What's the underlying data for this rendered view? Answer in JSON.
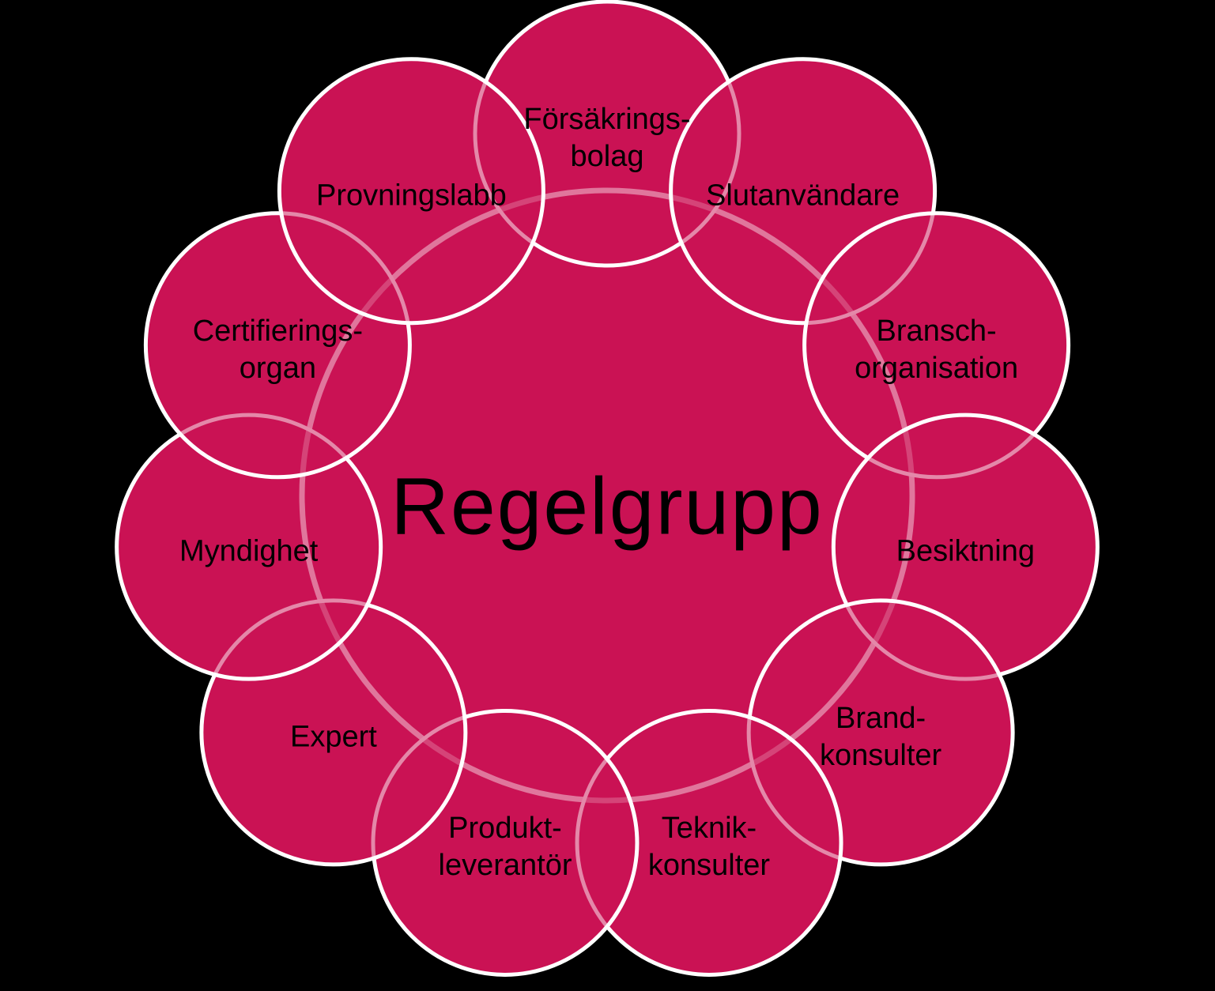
{
  "diagram": {
    "title": "Regelgrupp",
    "background_color": "#000000",
    "node_fill_color": "#CA1254",
    "node_border_color": "#FFFFFF",
    "tinted_border_color_over_fill": "#E58CAC",
    "text_color": "#000000"
  },
  "nodes": [
    {
      "label": "Försäkringsbolag",
      "lines": [
        "Försäkrings-",
        "bolag"
      ]
    },
    {
      "label": "Slutanvändare",
      "lines": [
        "Slutanvändare"
      ]
    },
    {
      "label": "Branschorganisation",
      "lines": [
        "Bransch-",
        "organisation"
      ]
    },
    {
      "label": "Besiktning",
      "lines": [
        "Besiktning"
      ]
    },
    {
      "label": "Brandkonsulter",
      "lines": [
        "Brand-",
        "konsulter"
      ]
    },
    {
      "label": "Teknikkonsulter",
      "lines": [
        "Teknik-",
        "konsulter"
      ]
    },
    {
      "label": "Produktleverantör",
      "lines": [
        "Produkt-",
        "leverantör"
      ]
    },
    {
      "label": "Expert",
      "lines": [
        "Expert"
      ]
    },
    {
      "label": "Myndighet",
      "lines": [
        "Myndighet"
      ]
    },
    {
      "label": "Certifieringsorgan",
      "lines": [
        "Certifierings-",
        "organ"
      ]
    },
    {
      "label": "Provningslabb",
      "lines": [
        "Provningslabb"
      ]
    }
  ]
}
